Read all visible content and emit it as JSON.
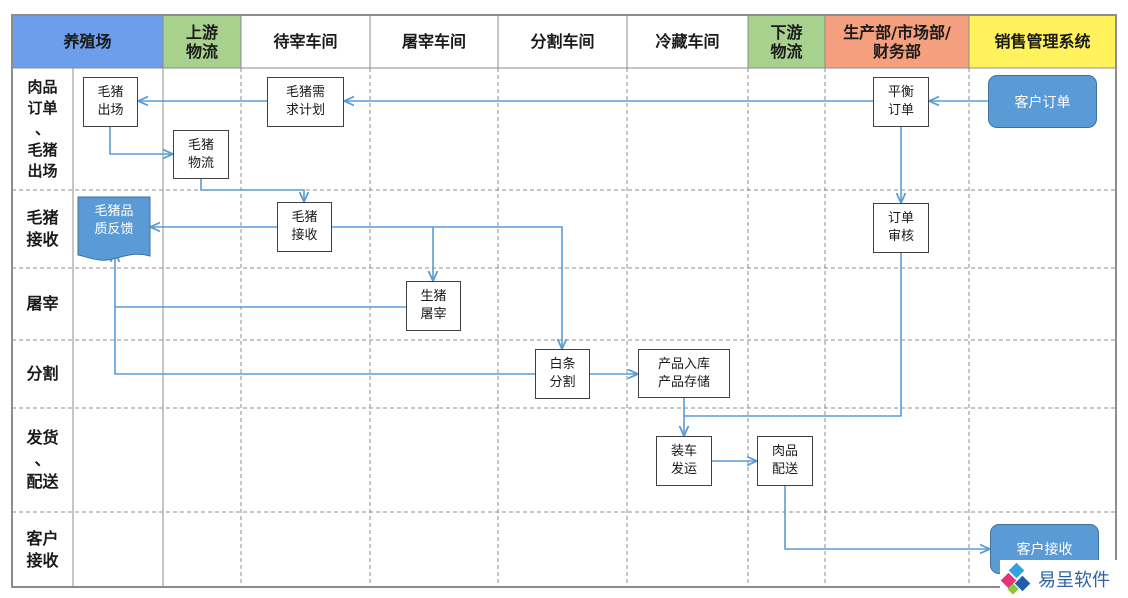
{
  "columns": [
    {
      "label": "养殖场",
      "fill": "#6d9eeb"
    },
    {
      "label": "上游\n物流",
      "fill": "#a9d18e"
    },
    {
      "label": "待宰车间",
      "fill": "#ffffff"
    },
    {
      "label": "屠宰车间",
      "fill": "#ffffff"
    },
    {
      "label": "分割车间",
      "fill": "#ffffff"
    },
    {
      "label": "冷藏车间",
      "fill": "#ffffff"
    },
    {
      "label": "下游\n物流",
      "fill": "#a9d18e"
    },
    {
      "label": "生产部/市场部/\n财务部",
      "fill": "#f4a07e"
    },
    {
      "label": "销售管理系统",
      "fill": "#fff25c"
    }
  ],
  "lanes": [
    {
      "label": "肉品\n订单\n、\n毛猪\n出场"
    },
    {
      "label": "毛猪\n接收"
    },
    {
      "label": "屠宰"
    },
    {
      "label": "分割"
    },
    {
      "label": "发货\n、\n配送"
    },
    {
      "label": "客户\n接收"
    }
  ],
  "nodes": {
    "pig_out": "毛猪\n出场",
    "pig_plan": "毛猪需\n求计划",
    "balance_order": "平衡\n订单",
    "customer_order": "客户订单",
    "pig_logistics": "毛猪\n物流",
    "quality_feedback": "毛猪品\n质反馈",
    "pig_receive": "毛猪\n接收",
    "order_review": "订单\n审核",
    "slaughter": "生猪\n屠宰",
    "carcass_cut": "白条\n分割",
    "storage": "产品入库\n产品存储",
    "load_ship": "装车\n发运",
    "meat_delivery": "肉品\n配送",
    "customer_receive": "客户接收"
  },
  "colors": {
    "line": "#5b9bd5",
    "grid": "#8c8c8c",
    "node_fill": "#5b9bd5"
  },
  "logo": {
    "text": "易呈软件"
  }
}
